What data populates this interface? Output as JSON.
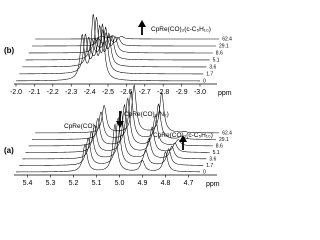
{
  "chart_data": [
    {
      "type": "line",
      "panel": "(b)",
      "xlabel": "ppm",
      "xlim": [
        -2.0,
        -3.0
      ],
      "x_ticks": [
        "-2.0",
        "-2.1",
        "-2.2",
        "-2.3",
        "-2.4",
        "-2.5",
        "-2.6",
        "-2.7",
        "-2.8",
        "-2.9",
        "-3.0"
      ],
      "trace_labels": [
        "62.4",
        "29.1",
        "8.6",
        "5.1",
        "3.6",
        "1.7",
        "0"
      ],
      "peaks_ppm": [
        {
          "position": -2.36,
          "height_growth": [
            0.05,
            0.12,
            0.22,
            0.32,
            0.45,
            0.6,
            0.7
          ]
        },
        {
          "position": -2.42,
          "height_growth": [
            0.05,
            0.15,
            0.3,
            0.45,
            0.62,
            0.85,
            1.0
          ]
        },
        {
          "position": -2.47,
          "height_growth": [
            0.04,
            0.12,
            0.24,
            0.36,
            0.5,
            0.7,
            0.85
          ]
        }
      ],
      "annotations": [
        {
          "text": "CpRe(CO)₂(c-C₅H₁₀)",
          "arrow": "up"
        }
      ]
    },
    {
      "type": "line",
      "panel": "(a)",
      "xlabel": "ppm",
      "xlim": [
        5.45,
        4.65
      ],
      "x_ticks": [
        "5.4",
        "5.3",
        "5.2",
        "5.1",
        "5.0",
        "4.9",
        "4.8",
        "4.7"
      ],
      "trace_labels": [
        "62.4",
        "29.1",
        "8.6",
        "5.1",
        "3.6",
        "1.7",
        "0"
      ],
      "peaks_ppm": [
        {
          "position": 5.15,
          "label": "CpRe(CO)₃",
          "height_trend": [
            0.55,
            0.55,
            0.55,
            0.55,
            0.55,
            0.55,
            0.55
          ]
        },
        {
          "position": 5.02,
          "height_trend": [
            0.95,
            0.95,
            0.95,
            0.95,
            0.95,
            0.95,
            0.95
          ]
        },
        {
          "position": 4.9,
          "label": "CpRe(CO)₂(N₂)",
          "arrow": "down",
          "height_trend": [
            0.8,
            0.7,
            0.6,
            0.5,
            0.4,
            0.3,
            0.22
          ]
        },
        {
          "position": 4.8,
          "label": "CpRe(CO)₂(c-C₅H₁₀)",
          "arrow": "up",
          "height_trend": [
            0.02,
            0.06,
            0.12,
            0.18,
            0.25,
            0.33,
            0.4
          ]
        }
      ]
    }
  ],
  "labels": {
    "panel_b": "(b)",
    "panel_a": "(a)",
    "ppm_b": "ppm",
    "ppm_a": "ppm",
    "annot_b": "CpRe(CO)₂(c-C₅H₁₀)",
    "annot_a_tricarbonyl": "CpRe(CO)₃",
    "annot_a_n2": "CpRe(CO)₂(N₂)",
    "annot_a_alkane": "CpRe(CO)₂(c-C₅H₁₀)"
  }
}
